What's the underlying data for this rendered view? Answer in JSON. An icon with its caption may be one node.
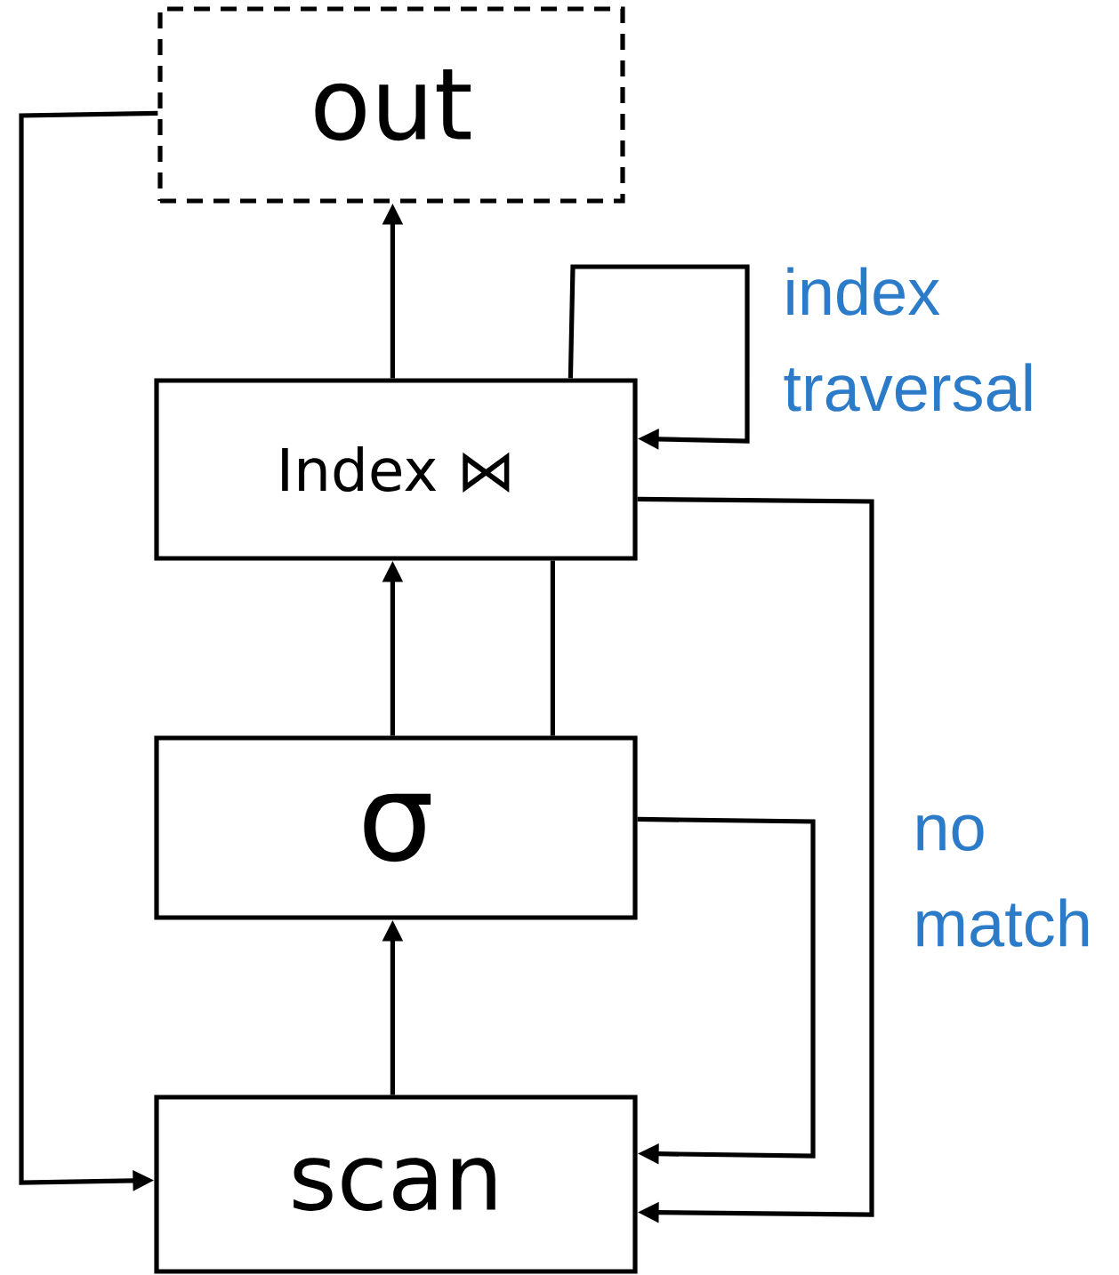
{
  "diagram": {
    "nodes": [
      {
        "text": [
          "out"
        ]
      },
      {
        "text": [
          "Index ⋈"
        ]
      },
      {
        "text": [
          "σ"
        ]
      },
      {
        "text": [
          "scan"
        ]
      }
    ],
    "edges": [
      {
        "from": 1,
        "to": 0,
        "arrow": "to"
      },
      {
        "from": 2,
        "to": 1,
        "arrow": "to"
      },
      {
        "from": 2,
        "to": 1,
        "arrow": "none"
      },
      {
        "from": 3,
        "to": 2,
        "arrow": "to"
      },
      {
        "from": 0,
        "to": 3,
        "arrow": "to"
      },
      {
        "from": 1,
        "to": 1,
        "arrow": "to",
        "label": "index traversal"
      },
      {
        "from": 2,
        "to": 3,
        "arrow": "to"
      },
      {
        "from": 1,
        "to": 3,
        "arrow": "to",
        "label": "no match"
      }
    ]
  }
}
